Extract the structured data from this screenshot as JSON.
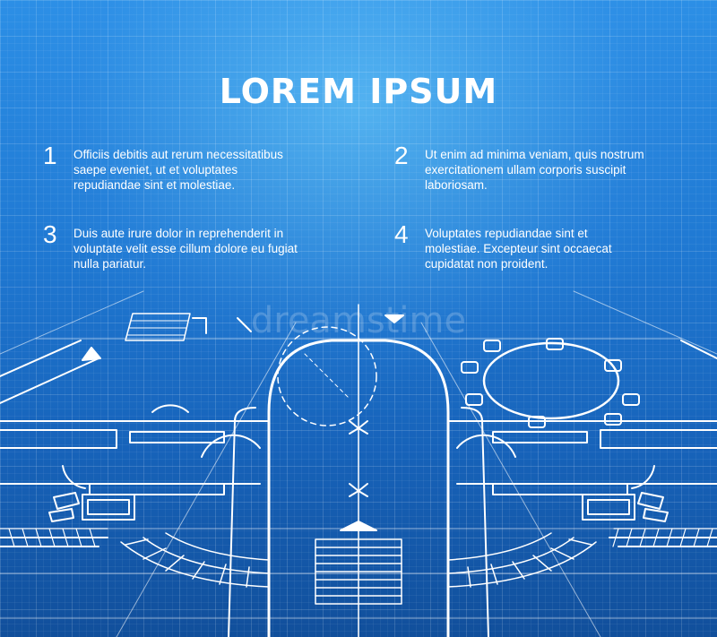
{
  "title": "LOREM IPSUM",
  "watermark": "dreamstime",
  "items": [
    {
      "number": "1",
      "lines": [
        "Officiis debitis aut rerum necessitatibus",
        "saepe eveniet, ut et voluptates",
        "repudiandae sint et molestiae."
      ]
    },
    {
      "number": "2",
      "lines": [
        "Ut enim ad minima veniam, quis nostrum",
        "exercitationem  ullam corporis suscipit",
        "laboriosam."
      ]
    },
    {
      "number": "3",
      "lines": [
        "Duis aute irure dolor in reprehenderit in",
        "voluptate velit esse cillum dolore eu fugiat",
        "nulla pariatur."
      ]
    },
    {
      "number": "4",
      "lines": [
        "Voluptates repudiandae sint et",
        "molestiae. Excepteur sint occaecat",
        "cupidatat  non proident."
      ]
    }
  ],
  "colors": {
    "background": "#1f78d2",
    "line": "#ffffff",
    "text": "#ffffff"
  }
}
